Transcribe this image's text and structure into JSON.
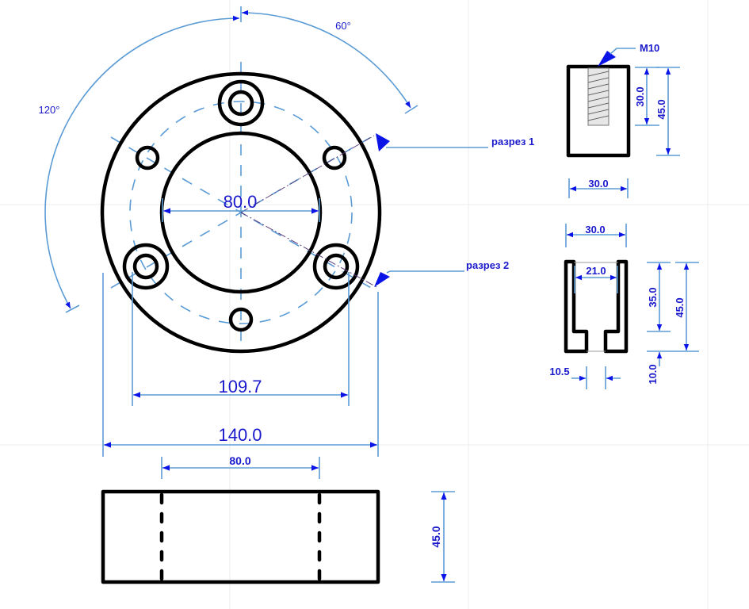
{
  "drawing": {
    "type": "engineering drawing",
    "colors": {
      "object_lines": "#000000",
      "dimension_lines": "#5b9bd5",
      "dimension_text": "#1a1acc",
      "arrowheads": "#0a14e6"
    }
  },
  "front_view": {
    "angles": {
      "arc_60": "60°",
      "arc_120": "120°"
    },
    "inner_diameter": "80.0",
    "bolt_circle_diameter": "109.7",
    "outer_diameter": "140.0",
    "section_labels": {
      "section_1": "разрез 1",
      "section_2": "разрез 2"
    }
  },
  "side_view": {
    "hole_spacing": "80.0",
    "height": "45.0"
  },
  "section_1_view": {
    "thread": "M10",
    "thread_depth": "30.0",
    "height": "45.0",
    "width": "30.0"
  },
  "section_2_view": {
    "width": "30.0",
    "inner_width": "21.0",
    "slot_width": "10.5",
    "upper_height": "35.0",
    "total_height": "45.0",
    "lower_height": "10.0"
  }
}
